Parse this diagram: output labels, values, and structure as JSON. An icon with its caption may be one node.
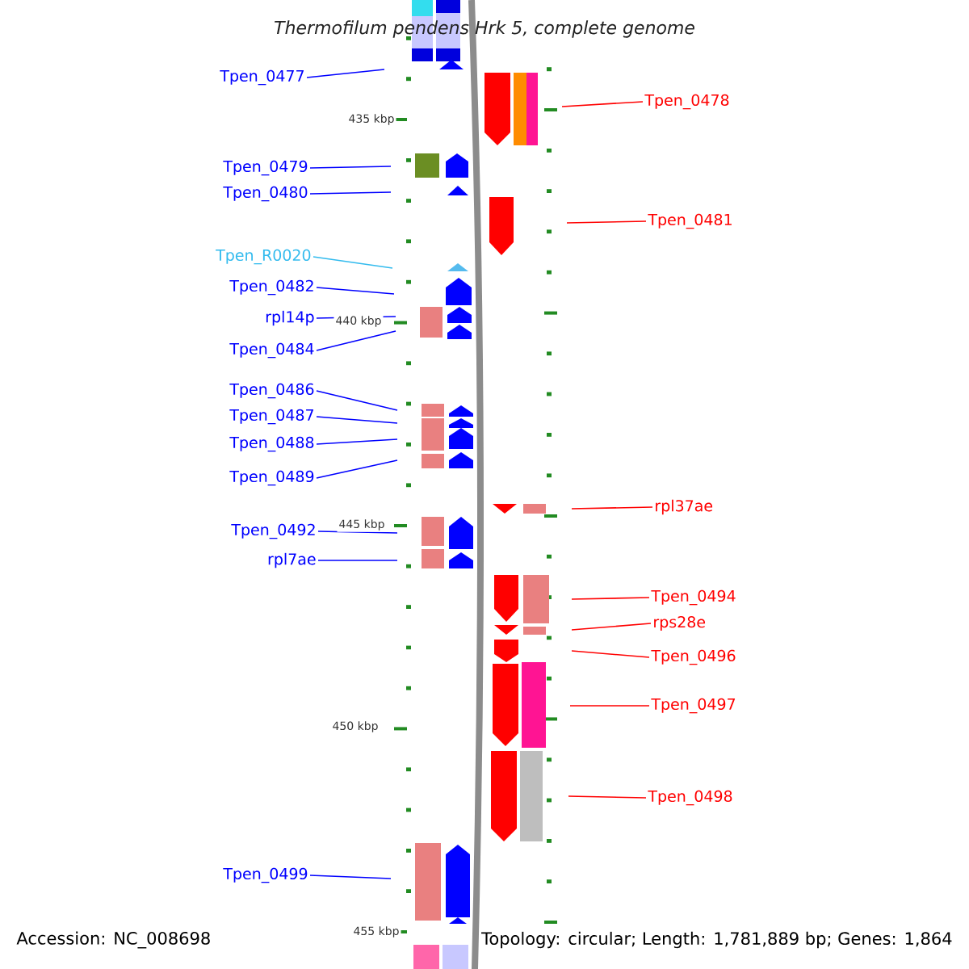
{
  "diagram": {
    "title": "Thermofilum pendens Hrk 5, complete genome",
    "nodes": [
      {
        "text": [
          "Tpen_0477"
        ]
      },
      {
        "text": [
          "Tpen_0478"
        ]
      },
      {
        "text": [
          "Tpen_0479"
        ]
      },
      {
        "text": [
          "Tpen_0480"
        ]
      },
      {
        "text": [
          "Tpen_0481"
        ]
      },
      {
        "text": [
          "Tpen_R0020"
        ]
      },
      {
        "text": [
          "Tpen_0482"
        ]
      },
      {
        "text": [
          "rpl14p"
        ]
      },
      {
        "text": [
          "Tpen_0484"
        ]
      },
      {
        "text": [
          "Tpen_0486"
        ]
      },
      {
        "text": [
          "Tpen_0487"
        ]
      },
      {
        "text": [
          "Tpen_0488"
        ]
      },
      {
        "text": [
          "Tpen_0489"
        ]
      },
      {
        "text": [
          "rpl37ae"
        ]
      },
      {
        "text": [
          "Tpen_0492"
        ]
      },
      {
        "text": [
          "rpl7ae"
        ]
      },
      {
        "text": [
          "Tpen_0494"
        ]
      },
      {
        "text": [
          "rps28e"
        ]
      },
      {
        "text": [
          "Tpen_0496"
        ]
      },
      {
        "text": [
          "Tpen_0497"
        ]
      },
      {
        "text": [
          "Tpen_0498"
        ]
      },
      {
        "text": [
          "Tpen_0499"
        ]
      }
    ],
    "edges": [
      {
        "from": 0,
        "to": null,
        "arrow": "none"
      },
      {
        "from": 1,
        "to": null,
        "arrow": "none",
        "color": "#ff0000"
      },
      {
        "from": 2,
        "to": null,
        "arrow": "none"
      },
      {
        "from": 3,
        "to": null,
        "arrow": "none"
      },
      {
        "from": 4,
        "to": null,
        "arrow": "none",
        "color": "#ff0000"
      },
      {
        "from": 5,
        "to": null,
        "arrow": "none",
        "color": "#33bbee"
      },
      {
        "from": 6,
        "to": null,
        "arrow": "none"
      },
      {
        "from": 7,
        "to": null,
        "arrow": "none"
      },
      {
        "from": 8,
        "to": null,
        "arrow": "none"
      },
      {
        "from": 9,
        "to": null,
        "arrow": "none"
      },
      {
        "from": 10,
        "to": null,
        "arrow": "none"
      },
      {
        "from": 11,
        "to": null,
        "arrow": "none"
      },
      {
        "from": 12,
        "to": null,
        "arrow": "none"
      },
      {
        "from": 13,
        "to": null,
        "arrow": "none",
        "color": "#ff0000"
      },
      {
        "from": 14,
        "to": null,
        "arrow": "none"
      },
      {
        "from": 15,
        "to": null,
        "arrow": "none"
      },
      {
        "from": 16,
        "to": null,
        "arrow": "none",
        "color": "#ff0000"
      },
      {
        "from": 17,
        "to": null,
        "arrow": "none",
        "color": "#ff0000"
      },
      {
        "from": 18,
        "to": null,
        "arrow": "none",
        "color": "#ff0000"
      },
      {
        "from": 19,
        "to": null,
        "arrow": "none",
        "color": "#ff0000"
      },
      {
        "from": 20,
        "to": null,
        "arrow": "none",
        "color": "#ff0000"
      },
      {
        "from": 21,
        "to": null,
        "arrow": "none"
      }
    ],
    "labels": [
      "435 kbp",
      "440 kbp",
      "445 kbp",
      "450 kbp",
      "455 kbp",
      "Accession: NC_008698",
      "Topology: circular; Length: 1,781,889 bp; Genes: 1,864"
    ]
  }
}
